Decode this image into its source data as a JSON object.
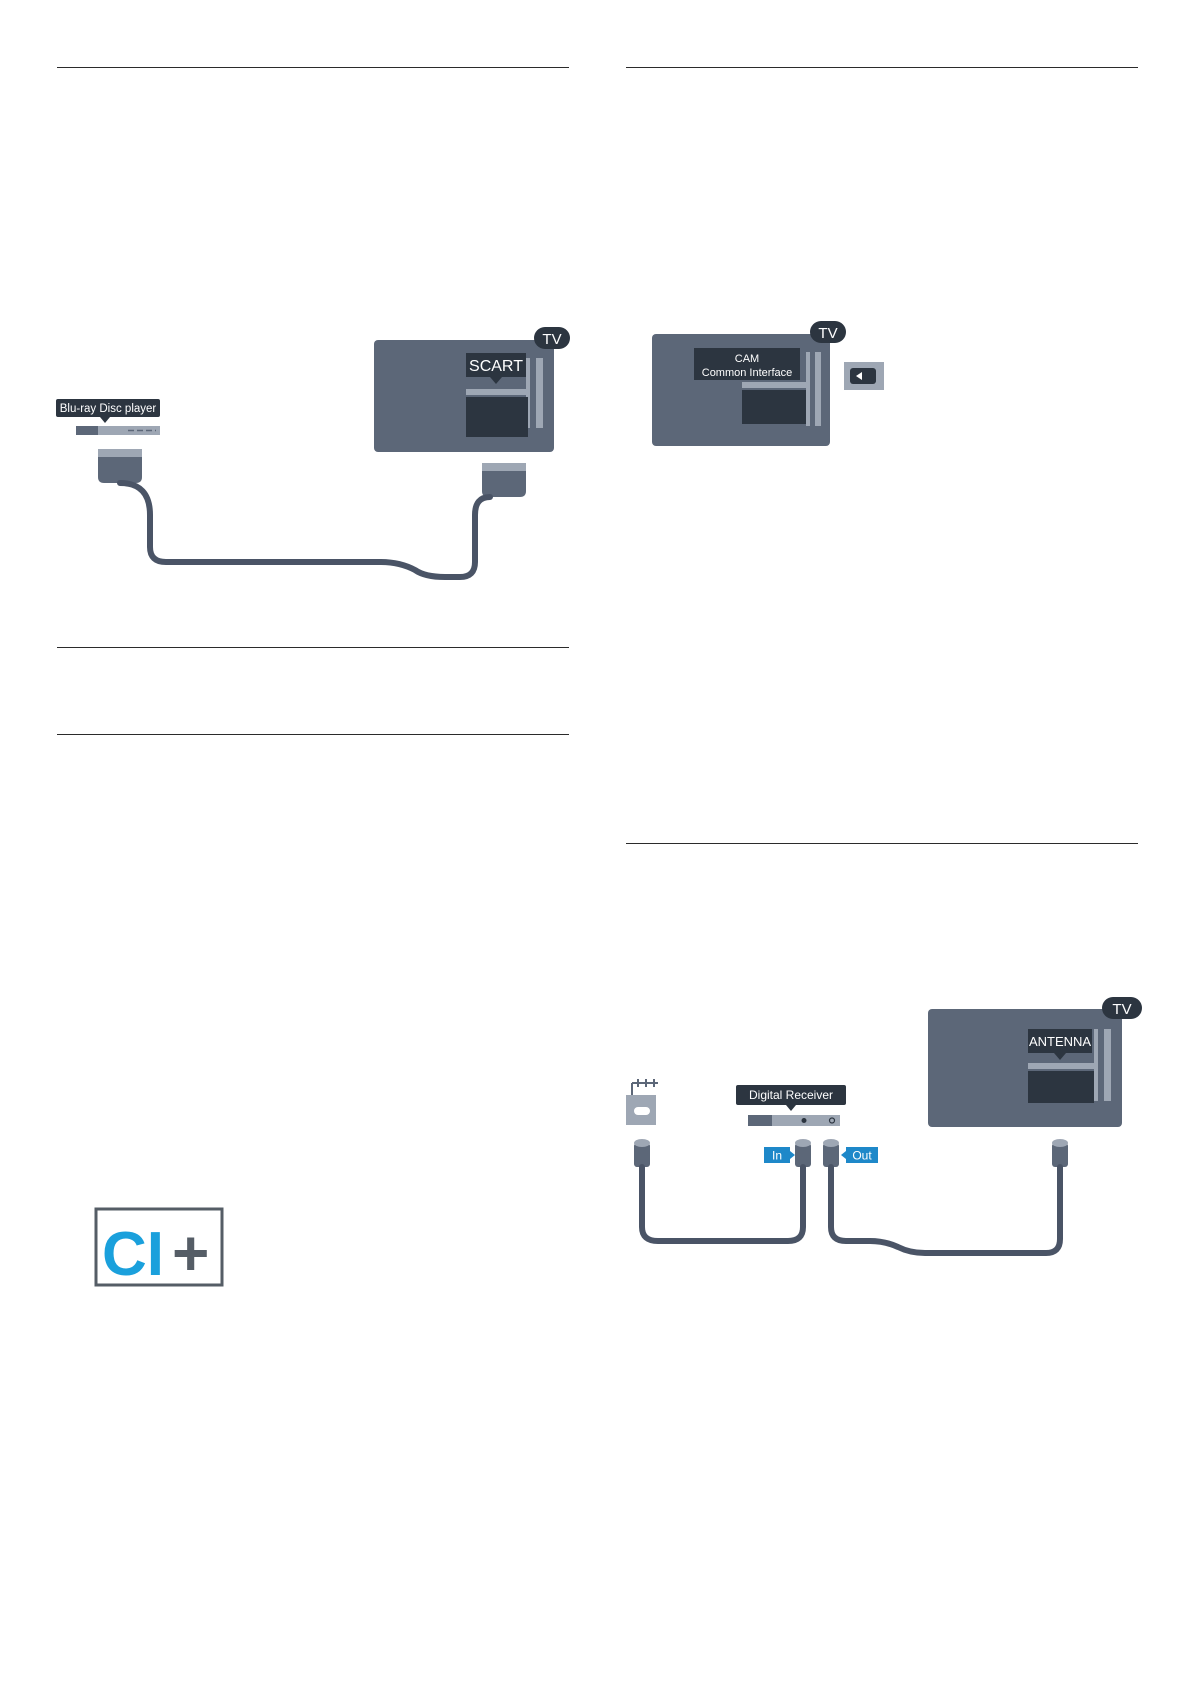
{
  "page": {
    "background": "#ffffff",
    "rule_color": "#2b2b2b"
  },
  "colors": {
    "device_gray": "#5c6778",
    "device_light": "#9ea7b4",
    "label_dark": "#2c3540",
    "cable": "#4a5466",
    "accent_blue": "#1e88c9",
    "ci_blue": "#1aa0dc",
    "ci_gray": "#555d66"
  },
  "scart_diagram": {
    "player_label": "Blu-ray Disc player",
    "tv_badge": "TV",
    "port_label": "SCART"
  },
  "cam_diagram": {
    "tv_badge": "TV",
    "port_label_line1": "CAM",
    "port_label_line2": "Common Interface"
  },
  "ci_logo": {
    "text": "CI",
    "plus": "+"
  },
  "receiver_diagram": {
    "receiver_label": "Digital Receiver",
    "in_label": "In",
    "out_label": "Out",
    "tv_badge": "TV",
    "port_label": "ANTENNA",
    "antenna_icon": "antenna-wall-socket-icon"
  }
}
